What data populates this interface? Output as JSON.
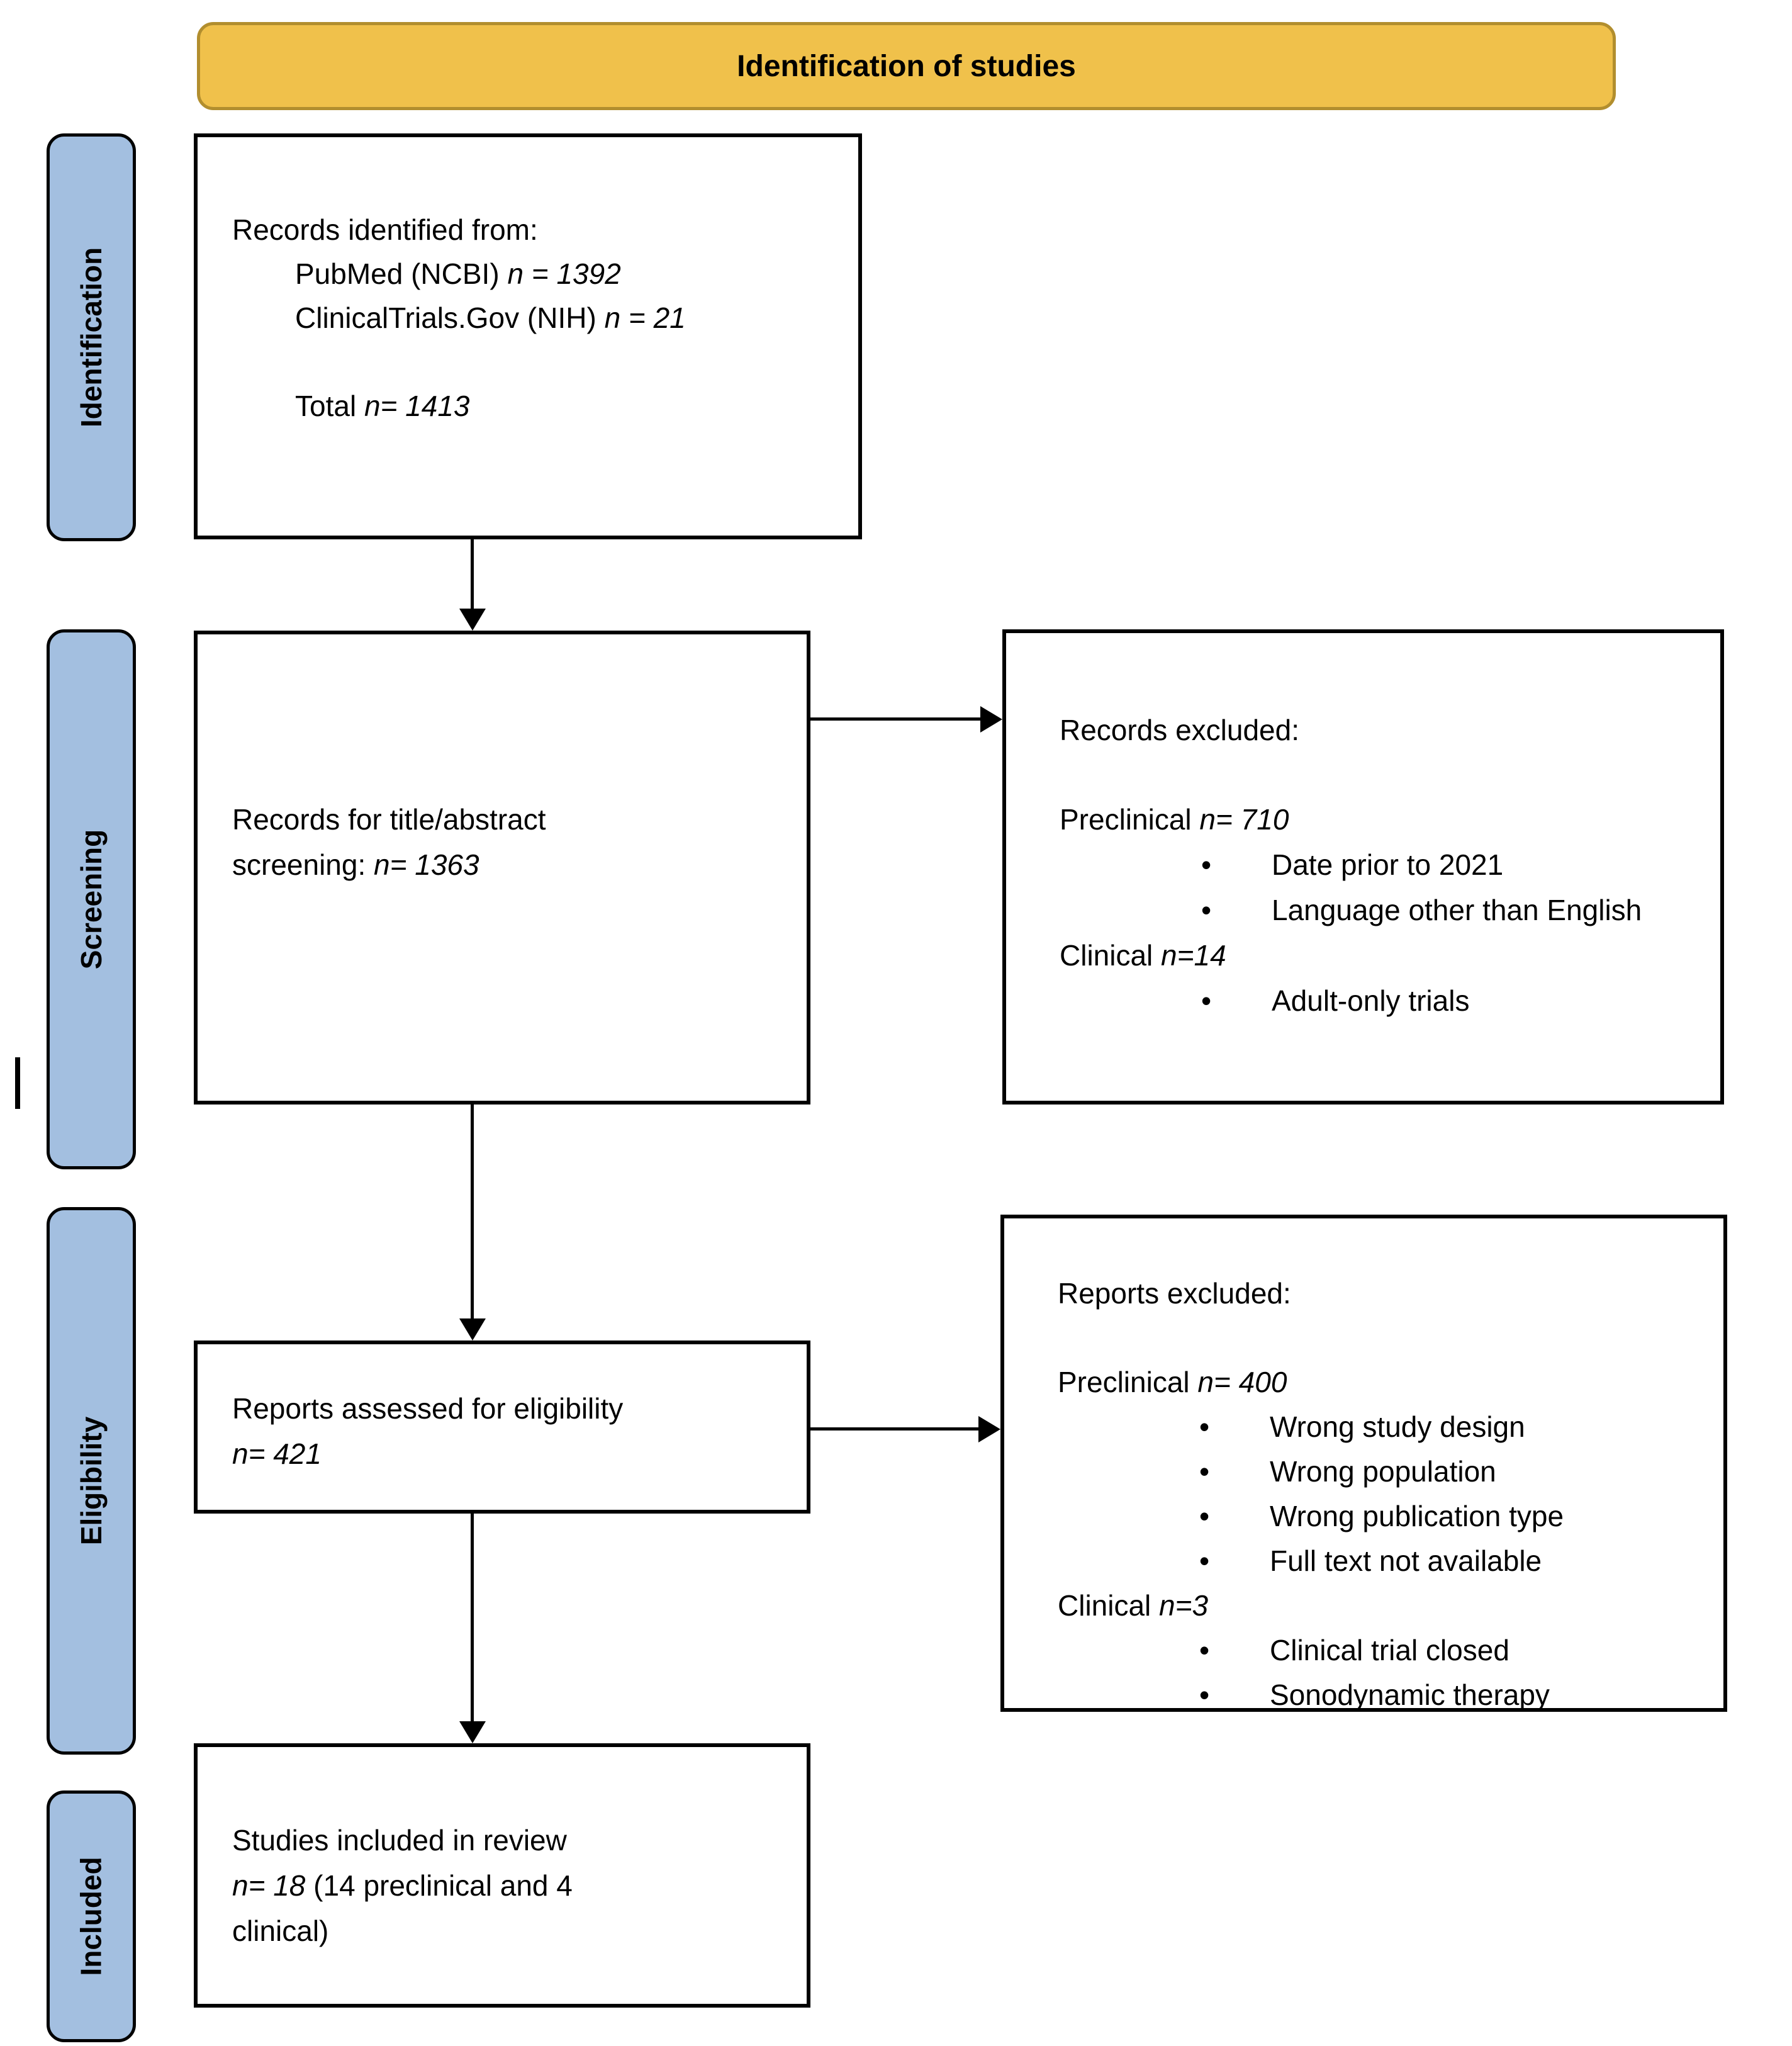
{
  "css_vars": {
    "--banner-fill": "#F0C14B",
    "--banner-border": "#B28E2E",
    "--stage-fill": "#A3BFE0",
    "--line-color": "#000000"
  },
  "glyphs": {
    "bullet": "•"
  },
  "banner": {
    "label": "Identification of studies"
  },
  "stages": {
    "identification": "Identification",
    "screening": "Screening",
    "eligibility": "Eligibility",
    "included": "Included"
  },
  "boxes": {
    "identified": {
      "title": "Records identified from:",
      "source1_prefix": "PubMed (NCBI) ",
      "source1_n": "n = 1392",
      "source2_prefix": "ClinicalTrials.Gov (NIH) ",
      "source2_n": "n = 21",
      "total_prefix": "Total ",
      "total_n": "n= 1413"
    },
    "screening": {
      "prefix": "Records for title/abstract screening: ",
      "n": "n= 1363"
    },
    "records_excluded": {
      "title": "Records excluded:",
      "preclinical_prefix": "Preclinical ",
      "preclinical_n": "n= 710",
      "preclinical_bullets": [
        "Date prior to 2021",
        "Language other than English"
      ],
      "clinical_prefix": "Clinical ",
      "clinical_n": "n=14",
      "clinical_bullets": [
        "Adult-only trials"
      ]
    },
    "assessed": {
      "title": "Reports assessed for eligibility",
      "n": "n= 421"
    },
    "reports_excluded": {
      "title": "Reports excluded:",
      "preclinical_prefix": "Preclinical ",
      "preclinical_n": "n= 400",
      "preclinical_bullets": [
        "Wrong study design",
        "Wrong population",
        "Wrong publication type",
        "Full text not available"
      ],
      "clinical_prefix": "Clinical ",
      "clinical_n": "n=3",
      "clinical_bullets": [
        "Clinical trial closed",
        "Sonodynamic therapy"
      ]
    },
    "included": {
      "line1": "Studies included in review",
      "n": "n= 18",
      "line2_rest": " (14 preclinical and 4",
      "line3": "clinical)"
    }
  }
}
